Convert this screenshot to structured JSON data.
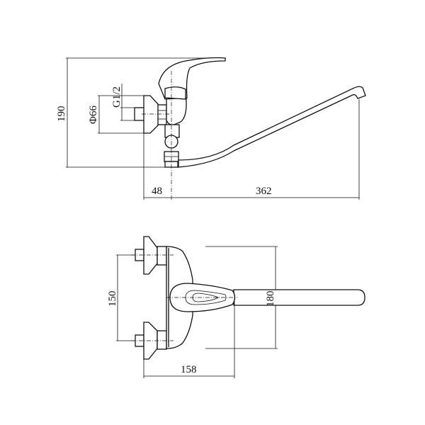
{
  "side_view": {
    "dimensions": {
      "height": "190",
      "flange_diameter": "Φ66",
      "thread": "G1/2",
      "wall_to_axis": "48",
      "spout_reach": "362"
    }
  },
  "top_view": {
    "dimensions": {
      "inlet_spacing": "150",
      "overall_width": "180",
      "depth": "158"
    }
  }
}
